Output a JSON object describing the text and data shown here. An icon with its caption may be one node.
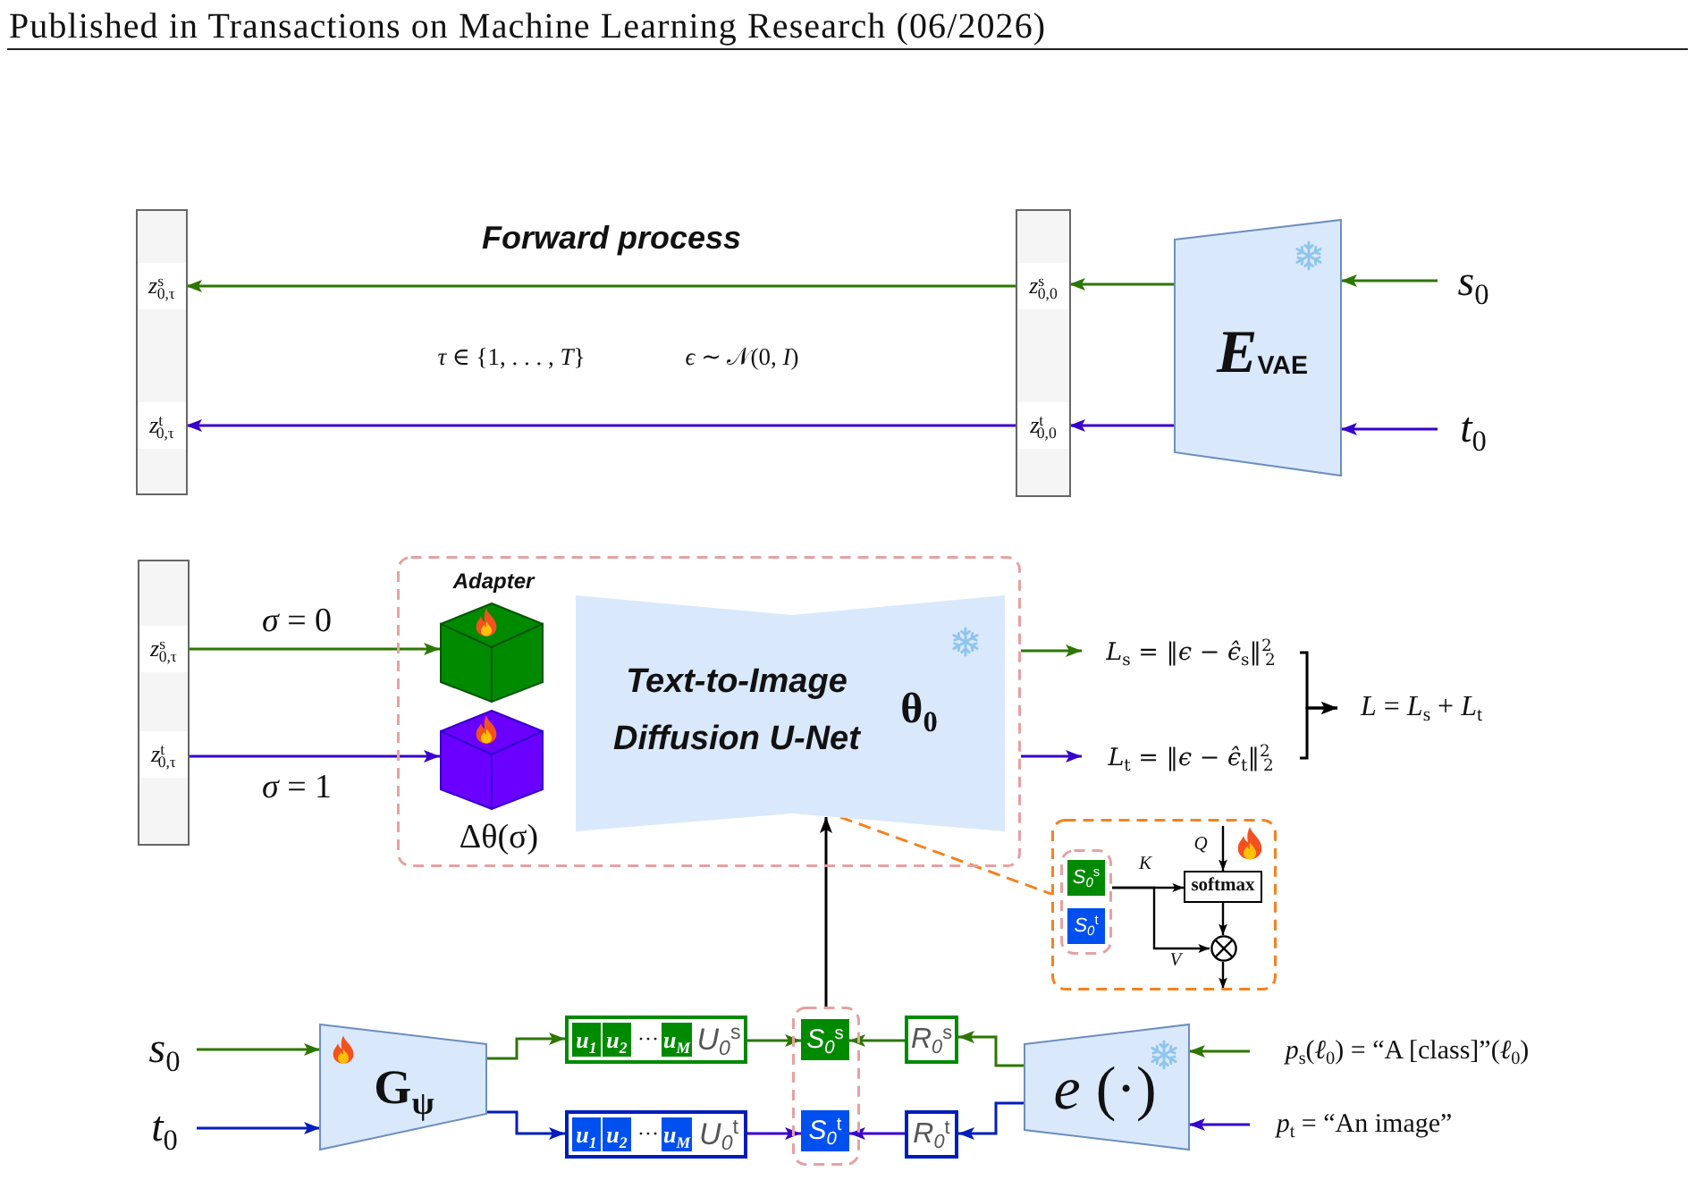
{
  "diagram": {
    "nodes": [
      {
        "text": [],
        "shape": "bar"
      },
      {
        "text": [
          "*z*$^{s}$$_{0,τ}$"
        ],
        "in": 0
      },
      {
        "text": [
          "*z*$^{t}$$_{0,τ}$"
        ],
        "in": 0
      },
      {
        "text": [],
        "shape": "bar"
      },
      {
        "text": [
          "*z*$^{s}$$_{0,0}$"
        ],
        "in": 3
      },
      {
        "text": [
          "*z*$^{t}$$_{0,0}$"
        ],
        "in": 3
      },
      {
        "text": [
          "*E*$_{VAE}$"
        ]
      },
      {
        "text": [
          "*s*$_{0}$"
        ]
      },
      {
        "text": [
          "*t*$_{0}$"
        ]
      },
      {
        "text": [],
        "shape": "bar"
      },
      {
        "text": [
          "*z*$^{s}$$_{0,τ}$"
        ],
        "in": 9
      },
      {
        "text": [
          "*z*$^{t}$$_{0,τ}$"
        ],
        "in": 9
      },
      {
        "text": [],
        "shape": "box"
      },
      {
        "text": [],
        "shape": "cube",
        "in": 12,
        "beside": [
          "Adapter"
        ]
      },
      {
        "text": [],
        "shape": "cube",
        "in": 12,
        "beside": [
          "Δθ(σ)"
        ]
      },
      {
        "text": [
          "Text-to-Image Diffusion U-Net",
          "θ$_{0}$"
        ],
        "in": 12
      },
      {
        "text": [
          "*L*$_{s}$ = ‖*ϵ* − *ϵ̂*$_{s}$‖$^{2}$$_{2}$"
        ]
      },
      {
        "text": [
          "*L*$_{t}$ = ‖*ϵ* − *ϵ̂*$_{t}$‖$^{2}$$_{2}$"
        ]
      },
      {
        "text": [
          "*L* = *L*$_{s}$ + *L*$_{t}$"
        ]
      },
      {
        "text": [],
        "shape": "box"
      },
      {
        "text": [],
        "shape": "box",
        "in": 19
      },
      {
        "text": [
          "S$_{0}$$^{s}$"
        ],
        "in": 20
      },
      {
        "text": [
          "S$_{0}$$^{t}$"
        ],
        "in": 20
      },
      {
        "text": [
          "softmax"
        ],
        "in": 19
      },
      {
        "text": [],
        "shape": "circle",
        "in": 19
      },
      {
        "text": [
          "*s*$_{0}$"
        ]
      },
      {
        "text": [
          "*t*$_{0}$"
        ]
      },
      {
        "text": [
          "G$_{ψ}$"
        ]
      },
      {
        "text": [
          "···",
          "U$_{0}$$^{s}$"
        ]
      },
      {
        "text": [
          "u$_{1}$"
        ],
        "in": 28
      },
      {
        "text": [
          "u$_{2}$"
        ],
        "in": 28
      },
      {
        "text": [
          "u$_{M}$"
        ],
        "in": 28
      },
      {
        "text": [
          "···",
          "U$_{0}$$^{t}$"
        ]
      },
      {
        "text": [
          "u$_{1}$"
        ],
        "in": 32
      },
      {
        "text": [
          "u$_{2}$"
        ],
        "in": 32
      },
      {
        "text": [
          "u$_{M}$"
        ],
        "in": 32
      },
      {
        "text": [],
        "shape": "box"
      },
      {
        "text": [
          "S$_{0}$$^{s}$"
        ],
        "in": 36
      },
      {
        "text": [
          "S$_{0}$$^{t}$"
        ],
        "in": 36
      },
      {
        "text": [
          "R$_{0}$$^{s}$"
        ]
      },
      {
        "text": [
          "R$_{0}$$^{t}$"
        ]
      },
      {
        "text": [
          "*e* (·)"
        ]
      },
      {
        "text": [
          "*p*$_{s}$(*ℓ*$_{0}$) = “A [class]”(*ℓ*$_{0}$)"
        ]
      },
      {
        "text": [
          "*p*$_{t}$ = “An image”"
        ]
      }
    ],
    "edges": [
      {
        "from": 4,
        "to": 1,
        "arrow": "to"
      },
      {
        "from": 5,
        "to": 2,
        "arrow": "to",
        "color": "#3700cc"
      },
      {
        "from": 6,
        "to": 4,
        "arrow": "to"
      },
      {
        "from": 6,
        "to": 5,
        "arrow": "to",
        "color": "#3700cc"
      },
      {
        "from": 7,
        "to": 6,
        "arrow": "to"
      },
      {
        "from": 8,
        "to": 6,
        "arrow": "to",
        "color": "#3700cc"
      },
      {
        "from": 10,
        "to": 13,
        "arrow": "to",
        "label": "*σ* = 0"
      },
      {
        "from": 11,
        "to": 14,
        "arrow": "to",
        "label": "*σ* = 1",
        "color": "#3700cc"
      },
      {
        "from": 12,
        "to": 16,
        "arrow": "to"
      },
      {
        "from": 12,
        "to": 17,
        "arrow": "to",
        "color": "#3700cc"
      },
      {
        "from": 16,
        "to": 18,
        "arrow": "to",
        "color": "#000000"
      },
      {
        "from": 17,
        "to": 18,
        "arrow": "to",
        "color": "#000000"
      },
      {
        "from": 36,
        "to": 15,
        "arrow": "to",
        "color": "#000000"
      },
      {
        "from": 15,
        "to": 19,
        "arrow": "none",
        "style": "dashed",
        "color": "#f58220"
      },
      {
        "from": 20,
        "to": 23,
        "arrow": "to",
        "label": "K",
        "color": "#000000"
      },
      {
        "from": 20,
        "to": 24,
        "arrow": "to",
        "label": "V",
        "color": "#000000"
      },
      {
        "from": null,
        "to": 23,
        "arrow": "to",
        "label": "Q",
        "color": "#000000"
      },
      {
        "from": 23,
        "to": 24,
        "arrow": "to",
        "color": "#000000"
      },
      {
        "from": 24,
        "to": null,
        "arrow": "to",
        "color": "#000000"
      },
      {
        "from": 25,
        "to": 27,
        "arrow": "to"
      },
      {
        "from": 26,
        "to": 27,
        "arrow": "to",
        "color": "#001dbc"
      },
      {
        "from": 27,
        "to": 28,
        "arrow": "to"
      },
      {
        "from": 27,
        "to": 32,
        "arrow": "to",
        "color": "#001dbc"
      },
      {
        "from": 28,
        "to": 37,
        "arrow": "to"
      },
      {
        "from": 32,
        "to": 38,
        "arrow": "to",
        "color": "#3700cc"
      },
      {
        "from": 39,
        "to": 37,
        "arrow": "to"
      },
      {
        "from": 40,
        "to": 38,
        "arrow": "to",
        "color": "#3700cc"
      },
      {
        "from": 41,
        "to": 39,
        "arrow": "to"
      },
      {
        "from": 41,
        "to": 40,
        "arrow": "to",
        "color": "#001dbc"
      },
      {
        "from": 42,
        "to": 41,
        "arrow": "to"
      },
      {
        "from": 43,
        "to": 41,
        "arrow": "to",
        "color": "#3700cc"
      }
    ],
    "labels": [
      "Published in Transactions on Machine Learning Research (06/2026)",
      "Forward process",
      "*τ* ∈ {1, . . . , *T*}",
      "*ϵ* ∼ 𝒩(0, *I*)"
    ]
  }
}
